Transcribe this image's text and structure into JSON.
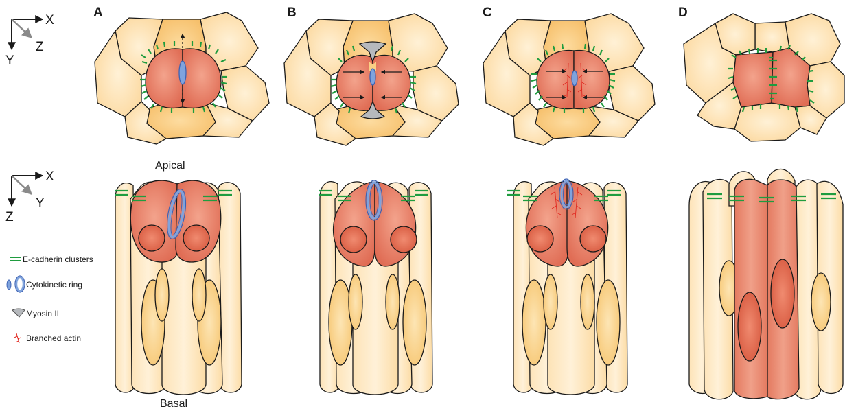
{
  "panels": [
    "A",
    "B",
    "C",
    "D"
  ],
  "axes_top": {
    "x": "X",
    "y": "Y",
    "z": "Z"
  },
  "axes_bottom": {
    "x": "X",
    "y": "Y",
    "z": "Z"
  },
  "labels": {
    "apical": "Apical",
    "basal": "Basal"
  },
  "legend": [
    {
      "icon": "e-cadherin-icon",
      "label": "E-cadherin clusters"
    },
    {
      "icon": "cytokinetic-ring-icon",
      "label": "Cytokinetic ring"
    },
    {
      "icon": "myosin-icon",
      "label": "Myosin II"
    },
    {
      "icon": "branched-actin-icon",
      "label": "Branched actin"
    }
  ],
  "colors": {
    "neighbor_cell": "#fde3b7",
    "neighbor_cell_dark": "#f9cf85",
    "neighbor_edge": "#f6bf73",
    "dividing_cell": "#e8826a",
    "dividing_cell_dark": "#de6a52",
    "nucleus": "#e2664c",
    "ecadherin": "#1f9c3f",
    "ring": "#7fa3dd",
    "ring_stroke": "#3c63b5",
    "myosin": "#b6b9bd",
    "actin": "#e1271f",
    "outline": "#1a1a1a"
  }
}
